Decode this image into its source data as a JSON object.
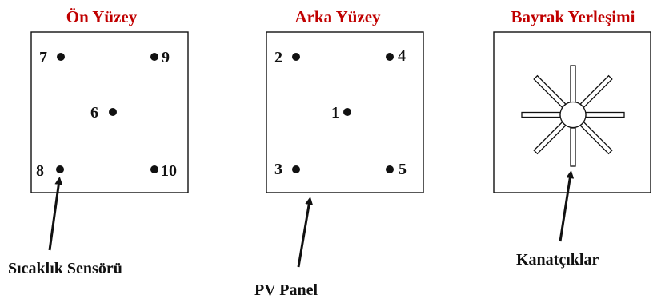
{
  "panels": [
    {
      "title": "Ön Yüzey",
      "sensors": [
        "7",
        "9",
        "6",
        "8",
        "10"
      ]
    },
    {
      "title": "Arka Yüzey",
      "sensors": [
        "2",
        "4",
        "1",
        "3",
        "5"
      ]
    },
    {
      "title": "Bayrak Yerleşimi"
    }
  ],
  "callouts": {
    "sensor": "Sıcaklık Sensörü",
    "panel": "PV Panel",
    "fins": "Kanatçıklar"
  },
  "colors": {
    "title": "#c00000",
    "line": "#111111"
  }
}
